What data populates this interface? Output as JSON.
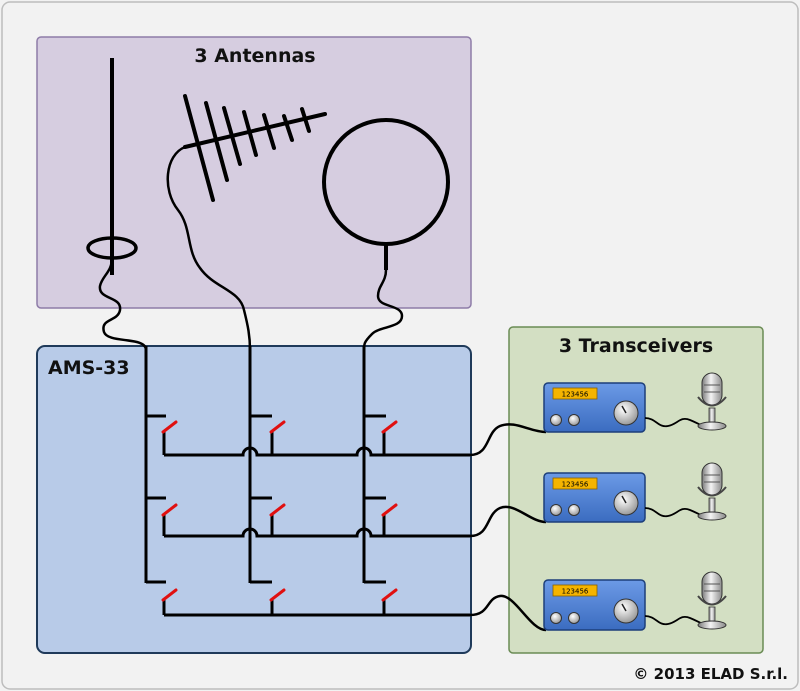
{
  "antennas_panel": {
    "title": "3 Antennas"
  },
  "switch_panel": {
    "title": "AMS-33"
  },
  "transceivers_panel": {
    "title": "3 Transceivers",
    "radios": [
      {
        "display": "123456"
      },
      {
        "display": "123456"
      },
      {
        "display": "123456"
      }
    ]
  },
  "footer": {
    "copyright": "© 2013 ELAD S.r.l."
  },
  "colors": {
    "antennas_bg": "#d6cde0",
    "antennas_border": "#8e7ca8",
    "switch_bg": "#b8cbe8",
    "switch_border": "#1f3a5a",
    "transceivers_bg": "#d3dfc3",
    "transceivers_border": "#6b8c55",
    "switch_contact": "#e01010",
    "radio_body": "#4d7fd1",
    "radio_display": "#f5b400"
  }
}
